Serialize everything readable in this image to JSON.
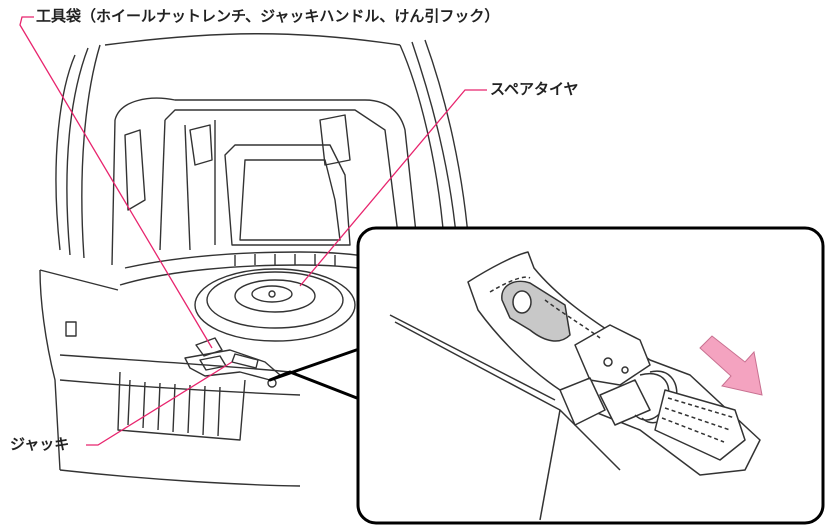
{
  "labels": {
    "tool_bag": "工具袋（ホイールナットレンチ、ジャッキハンドル、けん引フック）",
    "spare_tire": "スペアタイヤ",
    "jack": "ジャッキ"
  },
  "colors": {
    "leader_line": "#e8256e",
    "arrow_fill": "#f4a3c0",
    "line_art": "#333333"
  },
  "icons": {
    "pull_direction": "pink-arrow-icon"
  }
}
